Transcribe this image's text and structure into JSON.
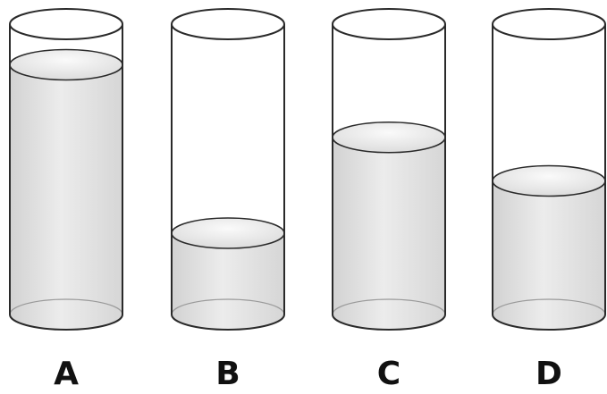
{
  "colors": {
    "outline": "#2a2a2a",
    "liquid_side": "#e6e6e6",
    "liquid_top": "#f4f4f4",
    "liquid_top_shadow": "#d4d4d4",
    "label": "#111111"
  },
  "cylinders": [
    {
      "label": "A",
      "fill_level": 0.86
    },
    {
      "label": "B",
      "fill_level": 0.28
    },
    {
      "label": "C",
      "fill_level": 0.61
    },
    {
      "label": "D",
      "fill_level": 0.46
    }
  ]
}
